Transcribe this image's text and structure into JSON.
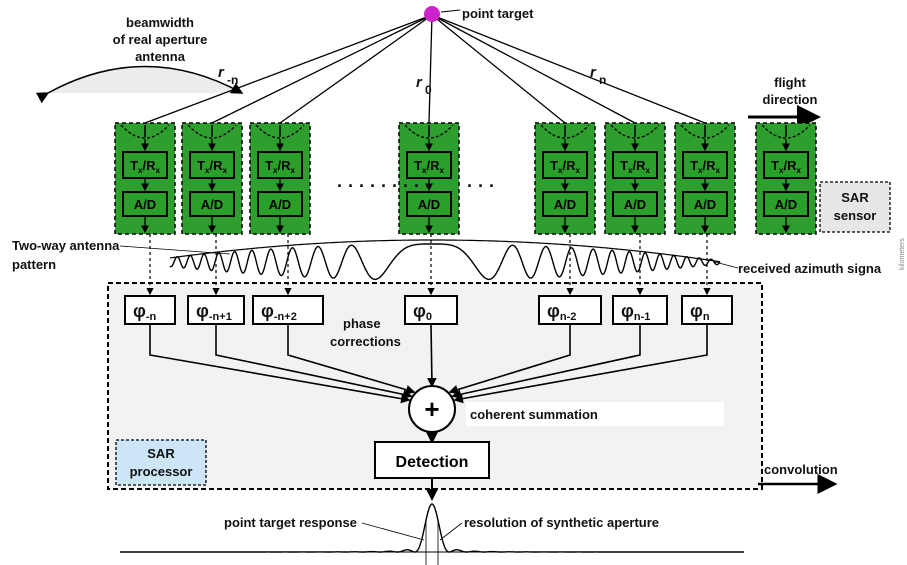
{
  "labels": {
    "beamwidth": [
      "beamwidth",
      "of real aperture",
      "antenna"
    ],
    "point_target": "point target",
    "r_minus_n": "r",
    "r_minus_n_sub": "-n",
    "r_zero": "r",
    "r_zero_sub": "0",
    "r_n": "r",
    "r_n_sub": "n",
    "flight_direction": [
      "flight",
      "direction"
    ],
    "sar_sensor": [
      "SAR",
      "sensor"
    ],
    "two_way_antenna": [
      "Two-way antenna",
      "pattern"
    ],
    "received_azimuth": "received azimuth signa",
    "phase_corrections": [
      "phase",
      "corrections"
    ],
    "coherent_summation": "coherent summation",
    "sar_processor": [
      "SAR",
      "processor"
    ],
    "detection": "Detection",
    "convolution": "convolution",
    "point_target_response": "point target response",
    "resolution": "resolution of synthetic aperture",
    "plus": "+",
    "dots": "· · ·   ·   · · · · ·",
    "side_text": "kilometers"
  },
  "sensor_unit": {
    "txrx": "T",
    "txrx_sub1": "x",
    "slash": "/R",
    "txrx_sub2": "x",
    "ad": "A/D"
  },
  "phases": [
    {
      "sym": "φ",
      "sub": "-n"
    },
    {
      "sym": "φ",
      "sub": "-n+1"
    },
    {
      "sym": "φ",
      "sub": "-n+2"
    },
    {
      "sym": "φ",
      "sub": "0"
    },
    {
      "sym": "φ",
      "sub": "n-2"
    },
    {
      "sym": "φ",
      "sub": "n-1"
    },
    {
      "sym": "φ",
      "sub": "n"
    }
  ],
  "colors": {
    "sensor_green": "#2e9e2e",
    "target_magenta": "#cc22cc",
    "processor_fill": "#f2f2f2",
    "label_box_fill": "#cde6f7",
    "sensor_label_fill": "#e6e6e6"
  }
}
